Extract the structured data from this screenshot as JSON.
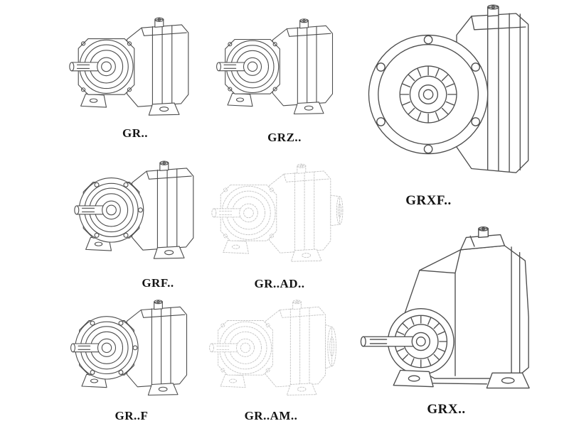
{
  "page": {
    "background": "#ffffff",
    "line_color": "#4d4d4d",
    "faded_line_color": "#c5c5c5",
    "label_color": "#141414"
  },
  "items": [
    {
      "id": "gr",
      "label": "GR..",
      "drawing": "foot-mounted-helical-gear-unit",
      "variant": "std",
      "flange": false,
      "adapter": false,
      "am": false,
      "faded": false
    },
    {
      "id": "grz",
      "label": "GRZ..",
      "drawing": "foot-mounted-helical-gear-unit",
      "variant": "std",
      "flange": false,
      "adapter": false,
      "am": false,
      "faded": false
    },
    {
      "id": "grxf",
      "label": "GRXF..",
      "drawing": "flange-mounted-single-stage-gear-unit",
      "variant": "grxf",
      "flange": true,
      "adapter": false,
      "am": false,
      "faded": false
    },
    {
      "id": "grf",
      "label": "GRF..",
      "drawing": "flange-mounted-helical-gear-unit",
      "variant": "std",
      "flange": true,
      "adapter": false,
      "am": false,
      "faded": false
    },
    {
      "id": "grad",
      "label": "GR..AD..",
      "drawing": "helical-gear-unit-with-input-adapter",
      "variant": "std",
      "flange": false,
      "adapter": true,
      "am": false,
      "faded": true
    },
    {
      "id": "grf2",
      "label": "GR..F",
      "drawing": "foot-flange-mounted-helical-gear-unit",
      "variant": "std",
      "flange": true,
      "adapter": false,
      "am": false,
      "faded": false
    },
    {
      "id": "gram",
      "label": "GR..AM..",
      "drawing": "helical-gear-unit-with-motor-flange",
      "variant": "std",
      "flange": false,
      "adapter": false,
      "am": true,
      "faded": true
    },
    {
      "id": "grx",
      "label": "GRX..",
      "drawing": "foot-mounted-single-stage-gear-unit",
      "variant": "grx",
      "flange": false,
      "adapter": false,
      "am": false,
      "faded": false
    }
  ]
}
